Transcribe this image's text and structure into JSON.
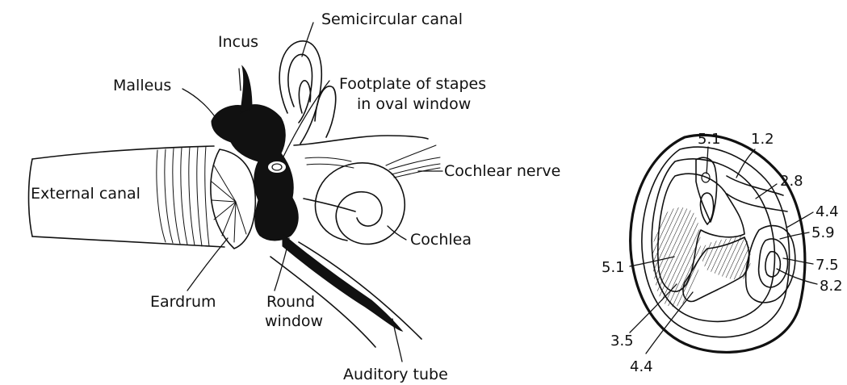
{
  "ear_diagram": {
    "labels": {
      "semicircular_canal": "Semicircular canal",
      "incus": "Incus",
      "malleus": "Malleus",
      "footplate_line1": "Footplate of stapes",
      "footplate_line2": "in oval window",
      "cochlear_nerve": "Cochlear nerve",
      "external_canal": "External canal",
      "cochlea": "Cochlea",
      "eardrum": "Eardrum",
      "round_window_line1": "Round",
      "round_window_line2": "window",
      "auditory_tube": "Auditory tube"
    }
  },
  "contour_map": {
    "labels": {
      "top": "5.1",
      "upper_right_1": "1.2",
      "upper_right_2": "2.8",
      "right_1": "4.4",
      "right_2": "5.9",
      "right_3": "7.5",
      "right_4": "8.2",
      "left": "5.1",
      "bottom_left": "3.5",
      "bottom": "4.4"
    }
  }
}
